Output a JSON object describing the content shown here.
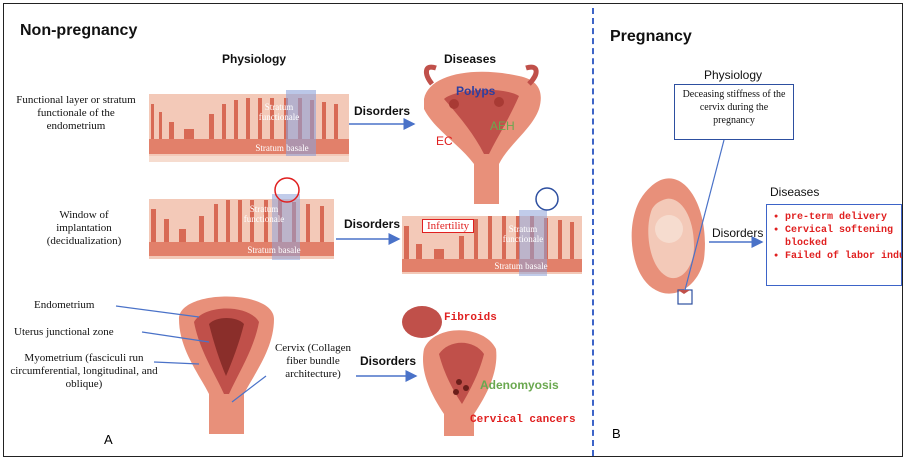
{
  "panel_a": {
    "title": "Non-pregnancy",
    "panel_letter": "A",
    "physiology_header": "Physiology",
    "diseases_header": "Diseases",
    "row1": {
      "label": "Functional layer or stratum functionale of the endometrium",
      "strip_label_top": "Stratum functionale",
      "strip_label_bottom": "Stratum basale",
      "disorders": "Disorders",
      "disease_labels": [
        "Polyps",
        "EC",
        "AEH"
      ]
    },
    "row2": {
      "label": "Window of implantation (decidualization)",
      "strip_label_top": "Stratum functionale",
      "strip_label_bottom": "Stratum basale",
      "disorders": "Disorders",
      "disease_strip_top": "Stratum functionale",
      "disease_strip_bottom": "Stratum basale",
      "infertility": "Infertility"
    },
    "row3": {
      "endometrium": "Endometrium",
      "junctional": "Uterus junctional zone",
      "myometrium": "Myometrium (fasciculi run circumferential, longitudinal, and oblique)",
      "cervix": "Cervix (Collagen fiber bundle architecture)",
      "disorders": "Disorders",
      "fibroids": "Fibroids",
      "adenomyosis": "Adenomyosis",
      "cervical_cancers": "Cervical cancers"
    }
  },
  "panel_b": {
    "title": "Pregnancy",
    "panel_letter": "B",
    "physiology_header": "Physiology",
    "physiology_text": "Deceasing stiffness of the cervix during the pregnancy",
    "diseases_header": "Diseases",
    "disorders": "Disorders",
    "diseases": [
      "pre-term delivery",
      "Cervical softening blocked",
      "Failed of labor induction"
    ]
  },
  "colors": {
    "divider": "#3d64c8",
    "arrow": "#4a72c8",
    "disease_red": "#e02020",
    "adenomyosis_green": "#6aa84f",
    "tissue": "#e8907a",
    "tissue_dark": "#c0504a"
  }
}
